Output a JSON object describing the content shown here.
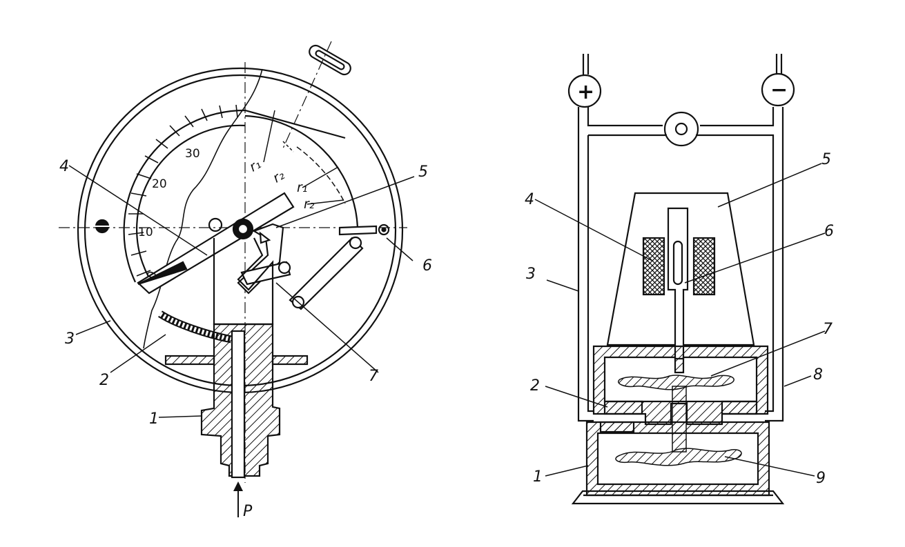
{
  "left_diagram": {
    "callouts": [
      "1",
      "2",
      "3",
      "4",
      "5",
      "6",
      "7"
    ],
    "scale_ticks": [
      "0",
      "10",
      "20",
      "30"
    ],
    "radius_labels": [
      "r₁",
      "r₂",
      "r₁",
      "r₂"
    ],
    "pressure_label": "P"
  },
  "right_diagram": {
    "callouts": [
      "1",
      "2",
      "3",
      "4",
      "5",
      "6",
      "7",
      "8",
      "9"
    ],
    "terminals": {
      "positive": "+",
      "negative": "−"
    }
  },
  "colors": {
    "ink": "#111111",
    "paper": "#ffffff"
  }
}
